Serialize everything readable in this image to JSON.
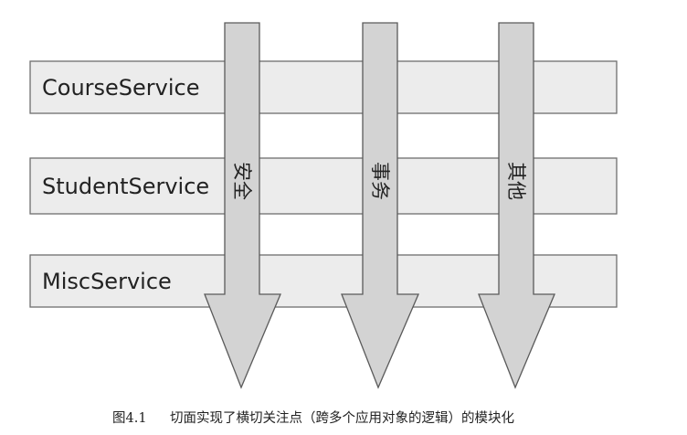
{
  "services": [
    {
      "label": "CourseService"
    },
    {
      "label": "StudentService"
    },
    {
      "label": "MiscService"
    }
  ],
  "concerns": [
    {
      "label": "安全"
    },
    {
      "label": "事务"
    },
    {
      "label": "其他"
    }
  ],
  "caption": {
    "number": "图4.1",
    "text": "切面实现了横切关注点（跨多个应用对象的逻辑）的模块化"
  }
}
